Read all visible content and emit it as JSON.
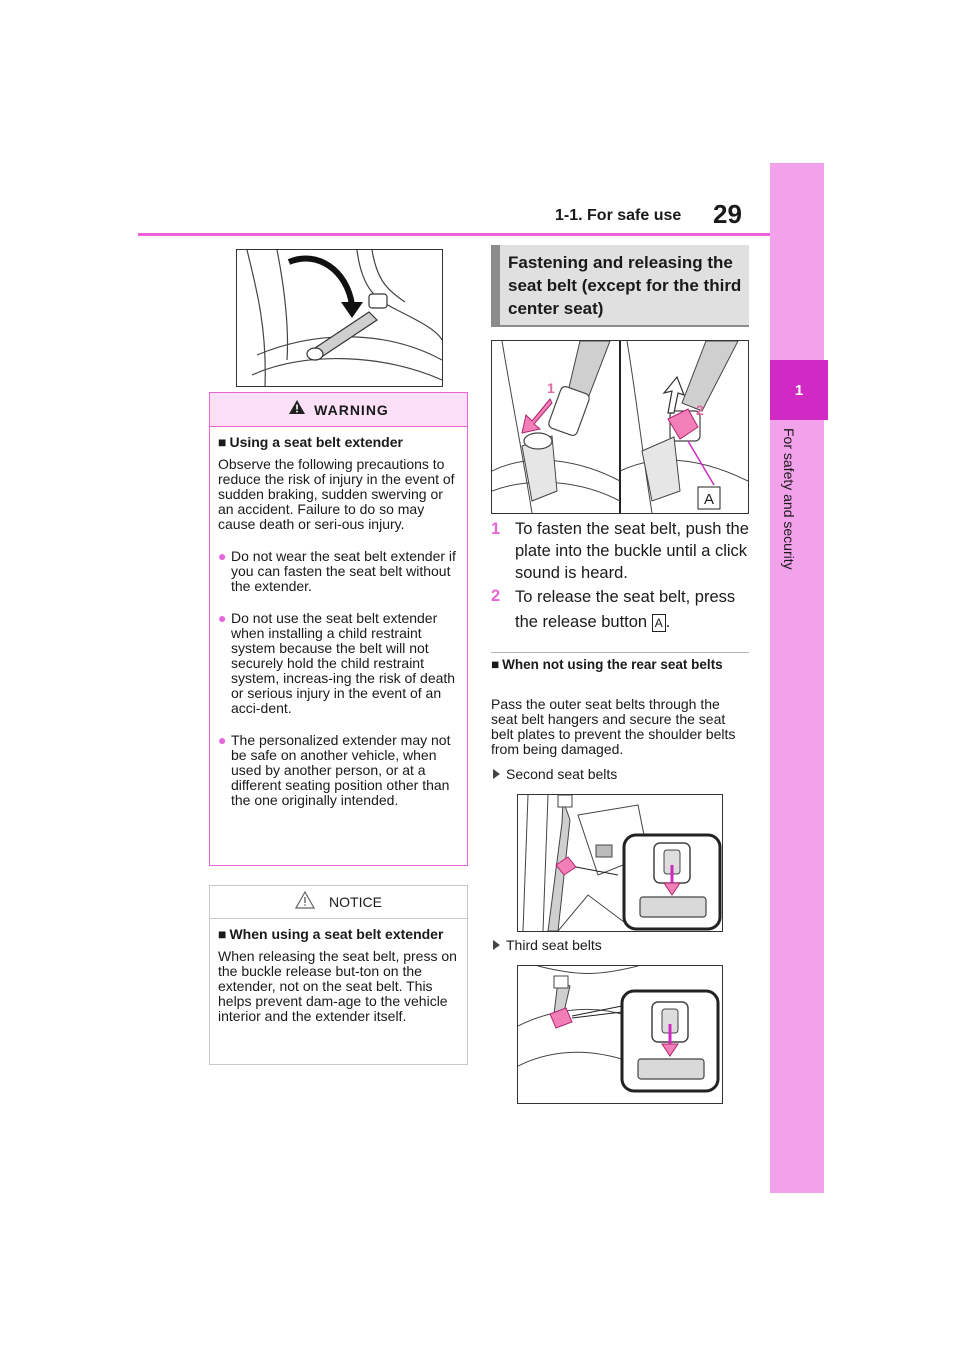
{
  "header": {
    "section": "1-1. For safe use",
    "page_number": "29"
  },
  "side_tab": {
    "chapter_number": "1",
    "chapter_title": "For safety and security"
  },
  "colors": {
    "accent_pink": "#f2a2ea",
    "accent_magenta": "#d12ac4",
    "header_line": "#ee5fd9",
    "box_border": "#e866d8"
  },
  "warning": {
    "title": "WARNING",
    "icon": "warning-triangle-icon",
    "subheading": "Using a seat belt extender",
    "intro": "Observe the following precautions to reduce the risk of injury in the event of sudden braking, sudden swerving or an accident. Failure to do so may cause death or seri-ous injury.",
    "bullets": [
      "Do not wear the seat belt extender if you can fasten the seat belt without the extender.",
      "Do not use the seat belt extender when installing a child restraint system because the belt will not securely hold the child restraint system, increas-ing the risk of death or serious injury in the event of an acci-dent.",
      "The personalized extender may not be safe on another vehicle, when used by another person, or at a different seating position other than the one originally intended."
    ]
  },
  "notice": {
    "title": "NOTICE",
    "icon": "caution-triangle-icon",
    "subheading": "When using a seat belt extender",
    "body": "When releasing the seat belt, press on the buckle release but-ton on the extender, not on the seat belt. This helps prevent dam-age to the vehicle interior and the extender itself."
  },
  "section": {
    "title": "Fastening and releasing the seat belt (except for the third center seat)",
    "steps": [
      {
        "number": "1",
        "text": "To fasten the seat belt, push the plate into the buckle until a click sound is heard."
      },
      {
        "number": "2",
        "text": "To release the seat belt, press the release button",
        "button_label": "A",
        "end": "."
      }
    ],
    "figure_labels": {
      "one": "1",
      "two": "2",
      "callout": "A"
    },
    "rear_subheading": "When not using the rear seat belts",
    "rear_text": "Pass the outer seat belts through the seat belt hangers and secure the seat belt plates to prevent the shoulder belts from being damaged.",
    "items": [
      "Second seat belts",
      "Third seat belts"
    ]
  },
  "glyphs": {
    "square": "■",
    "dot": "●"
  }
}
